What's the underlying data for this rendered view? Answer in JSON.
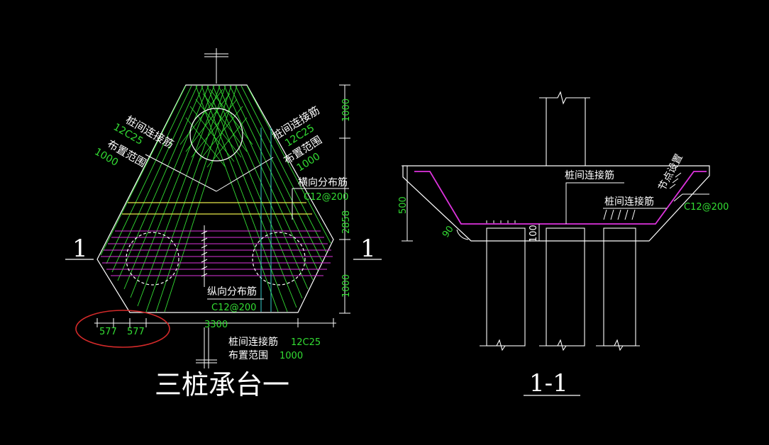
{
  "colors": {
    "background": "#000000",
    "outline": "#ffffff",
    "rebar_green": "#33dd33",
    "rebar_yellow": "#e8e84a",
    "rebar_magenta": "#dd33dd",
    "text_green": "#33dd33",
    "highlight_red": "#d42a2a",
    "dim_cyan": "#33cccc"
  },
  "plan": {
    "title": "三桩承台一",
    "section_mark_left": "1",
    "section_mark_right": "1",
    "left_upper": {
      "name": "桩间连接筋",
      "spec": "12C25",
      "range_label": "布置范围",
      "range_value": "1000"
    },
    "right_upper": {
      "name": "桩间连接筋",
      "spec": "12C25",
      "range_label": "布置范围",
      "range_value": "1000"
    },
    "transverse": {
      "name": "横向分布筋",
      "spec": "C12@200"
    },
    "longitudinal": {
      "name": "纵向分布筋",
      "spec": "C12@200"
    },
    "bottom_note": {
      "name": "桩间连接筋",
      "spec": "12C25",
      "range_label": "布置范围",
      "range_value": "1000"
    },
    "dims_right": [
      "1000",
      "2858",
      "1000"
    ],
    "dim_width": "3300",
    "dims_bottom_left": [
      "577",
      "577"
    ]
  },
  "section": {
    "title": "1-1",
    "label_middle": "桩间连接筋",
    "label_lower": "桩间连接筋",
    "label_node": "节点设置",
    "spec_right": "C12@200",
    "dim_height": "500",
    "dim_bottom": "100",
    "angle": "90"
  }
}
